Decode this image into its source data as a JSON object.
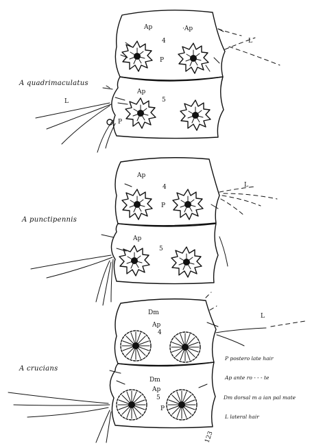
{
  "species": {
    "quadrimaculatus": "A quadrimaculatus",
    "punctipennis": "A punctipennis",
    "crucians": "A crucians"
  },
  "labels": {
    "q_ap_left": "Ap",
    "q_ap_right": "·Ap",
    "q_seg4": "4",
    "q_p": "P",
    "q_l_right": "L",
    "q_l_left": "L",
    "q_ap_seg5": "Ap",
    "q_seg5": "5",
    "q_p_low": "P",
    "p_ap_top": "Ap",
    "p_seg4": "4",
    "p_p": "P",
    "p_l": "L",
    "p_ap_seg5": "Ap",
    "p_seg5": "5",
    "c_dm_top": "Dm",
    "c_ap_top": "Ap",
    "c_seg4": "4",
    "c_l": "L",
    "c_dm_low": "Dm",
    "c_ap_low": "Ap",
    "c_seg5": "5",
    "c_p_low": "P"
  },
  "key": {
    "posterolateral": "P   postero late  hair",
    "anteropalmate": "Ap  ante ro  -  -  - te",
    "dorsomedian": "Dm dorsal   m  a ian  pal  mate",
    "lateral": "L   lateral  hair"
  },
  "mark": "123"
}
